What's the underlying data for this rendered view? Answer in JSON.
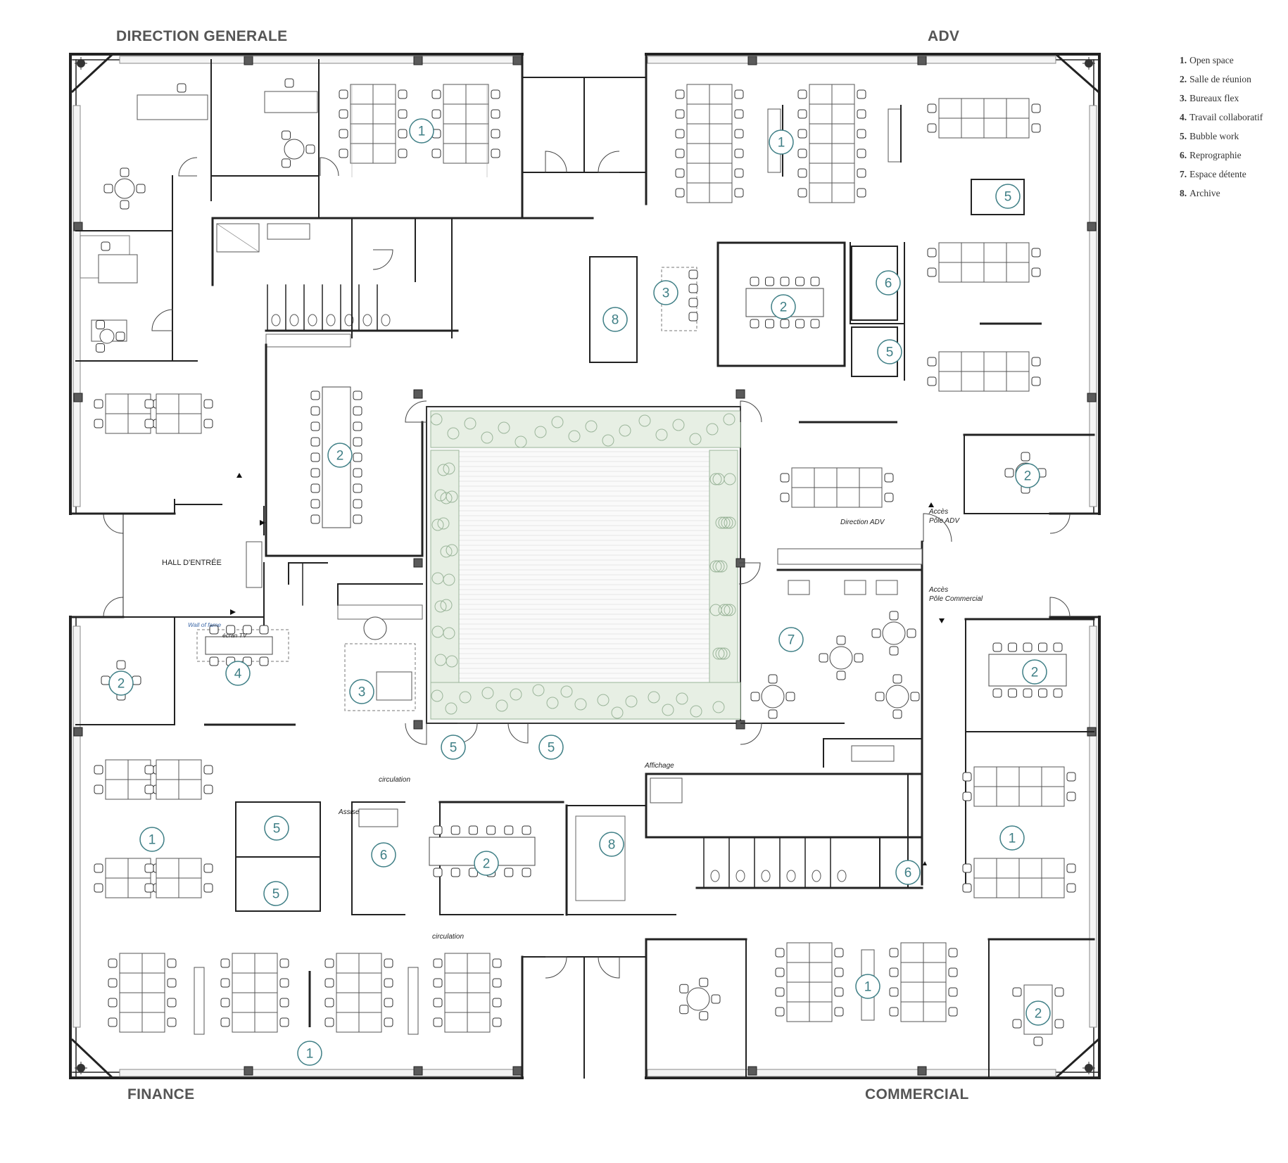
{
  "zones": {
    "direction_generale": "DIRECTION GENERALE",
    "adv": "ADV",
    "finance": "FINANCE",
    "commercial": "COMMERCIAL"
  },
  "legend": [
    {
      "num": "1.",
      "label": "Open space"
    },
    {
      "num": "2.",
      "label": "Salle de réunion"
    },
    {
      "num": "3.",
      "label": "Bureaux flex"
    },
    {
      "num": "4.",
      "label": "Travail collaboratif"
    },
    {
      "num": "5.",
      "label": "Bubble work"
    },
    {
      "num": "6.",
      "label": "Reprographie"
    },
    {
      "num": "7.",
      "label": "Espace détente"
    },
    {
      "num": "8.",
      "label": "Archive"
    }
  ],
  "labels": {
    "hall": "HALL D'ENTRÉE",
    "wall_of_fame": "Wall of fame",
    "ecran_tv": "écran TV",
    "circulation_1": "circulation",
    "circulation_2": "circulation",
    "assise": "Assise",
    "affichage": "Affichage",
    "direction_adv": "Direction ADV",
    "acces": "Accès",
    "pole_adv": "Pôle ADV",
    "pole_commercial": "Pôle Commercial"
  },
  "room_numbers": [
    "1",
    "1",
    "1",
    "1",
    "1",
    "2",
    "2",
    "2",
    "2",
    "2",
    "2",
    "2",
    "3",
    "3",
    "4",
    "5",
    "5",
    "5",
    "5",
    "5",
    "5",
    "6",
    "6",
    "6",
    "7",
    "8",
    "8"
  ],
  "colors": {
    "wall": "#222222",
    "badge": "#3f7f86",
    "plant": "#9bb59a",
    "deck": "#cfcfcf",
    "column": "#5a5a5a",
    "zone_title": "#555555"
  }
}
